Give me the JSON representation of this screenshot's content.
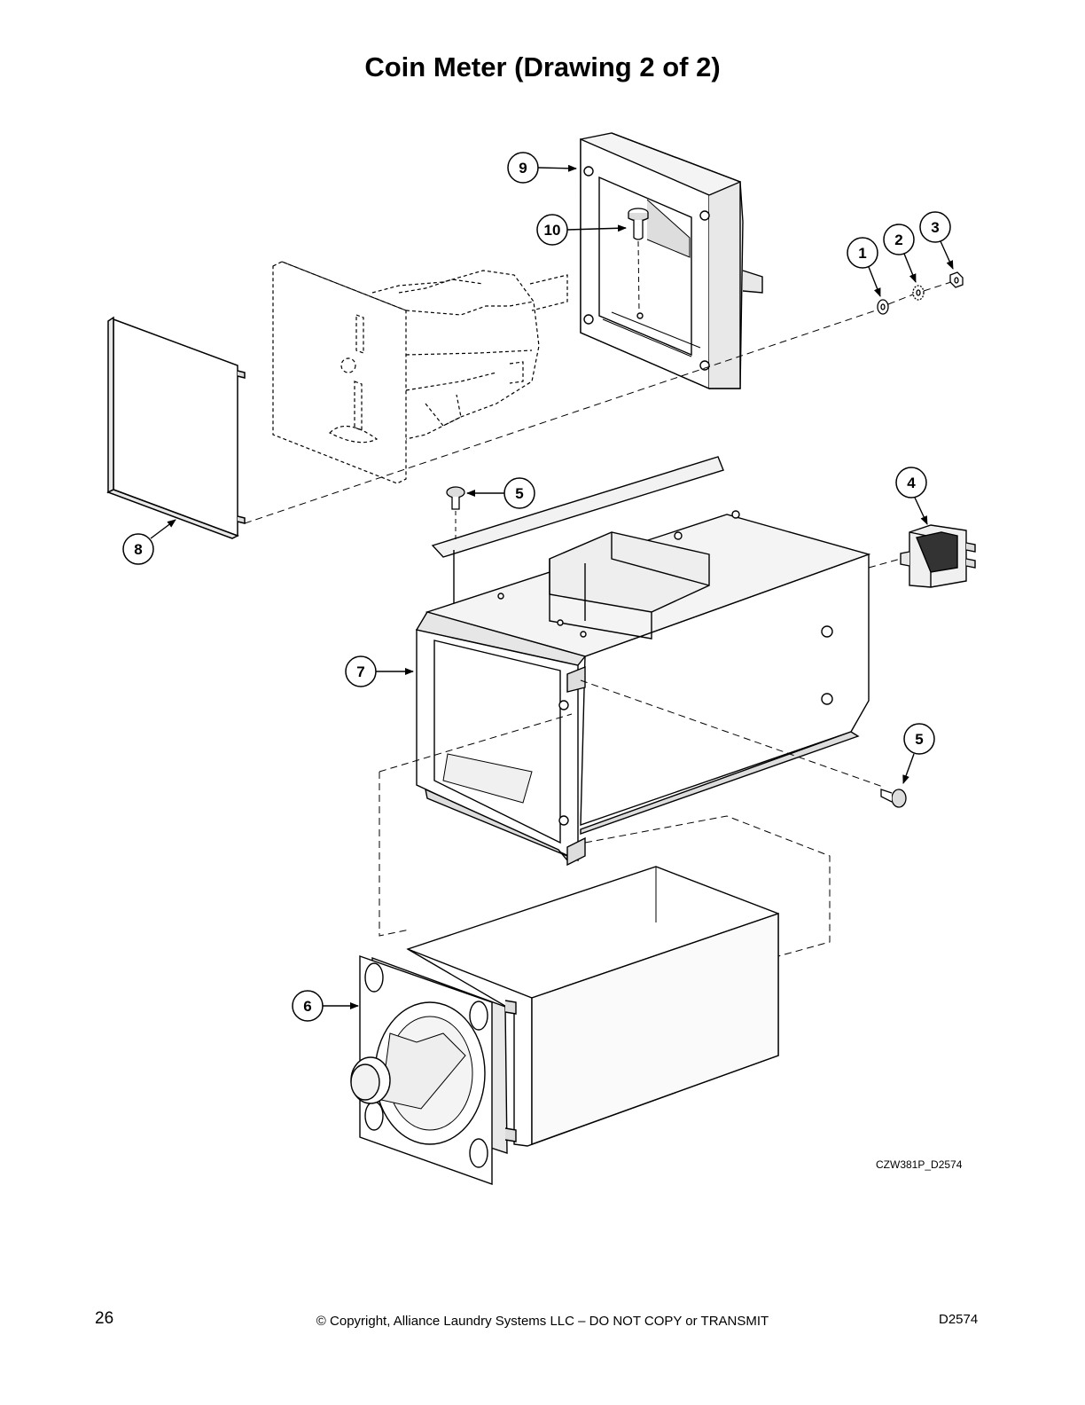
{
  "title": "Coin Meter (Drawing 2 of 2)",
  "callouts": [
    "9",
    "10",
    "1",
    "2",
    "3",
    "8",
    "5",
    "4",
    "7",
    "5",
    "6"
  ],
  "drawing_id": "CZW381P_D2574",
  "footer": {
    "page_number": "26",
    "copyright": "© Copyright, Alliance Laundry Systems LLC – DO NOT COPY or TRANSMIT",
    "doc_code": "D2574"
  },
  "colors": {
    "line": "#000000",
    "face": "#ffffff",
    "shade": "#e8e8e8"
  }
}
